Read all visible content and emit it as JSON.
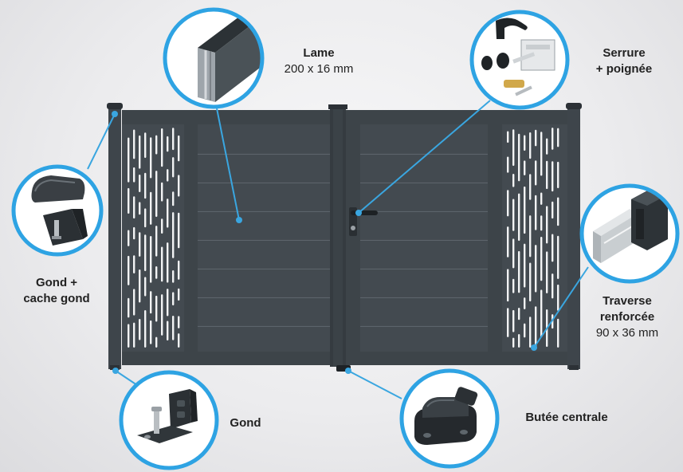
{
  "colors": {
    "gate": "#434a50",
    "gate_dark": "#353b40",
    "gate_line": "#5c646b",
    "callout_ring": "#2ea3e3",
    "leader_line": "#3aa6e0"
  },
  "callouts": {
    "lame": {
      "title": "Lame",
      "detail": "200 x 16 mm"
    },
    "serrure": {
      "title_line1": "Serrure",
      "title_line2": "+ poignée"
    },
    "gond_cache": {
      "title_line1": "Gond +",
      "title_line2": "cache gond"
    },
    "traverse": {
      "title_line1": "Traverse",
      "title_line2": "renforcée",
      "detail": "90 x 36 mm"
    },
    "gond": {
      "title": "Gond"
    },
    "butee": {
      "title": "Butée centrale"
    }
  }
}
